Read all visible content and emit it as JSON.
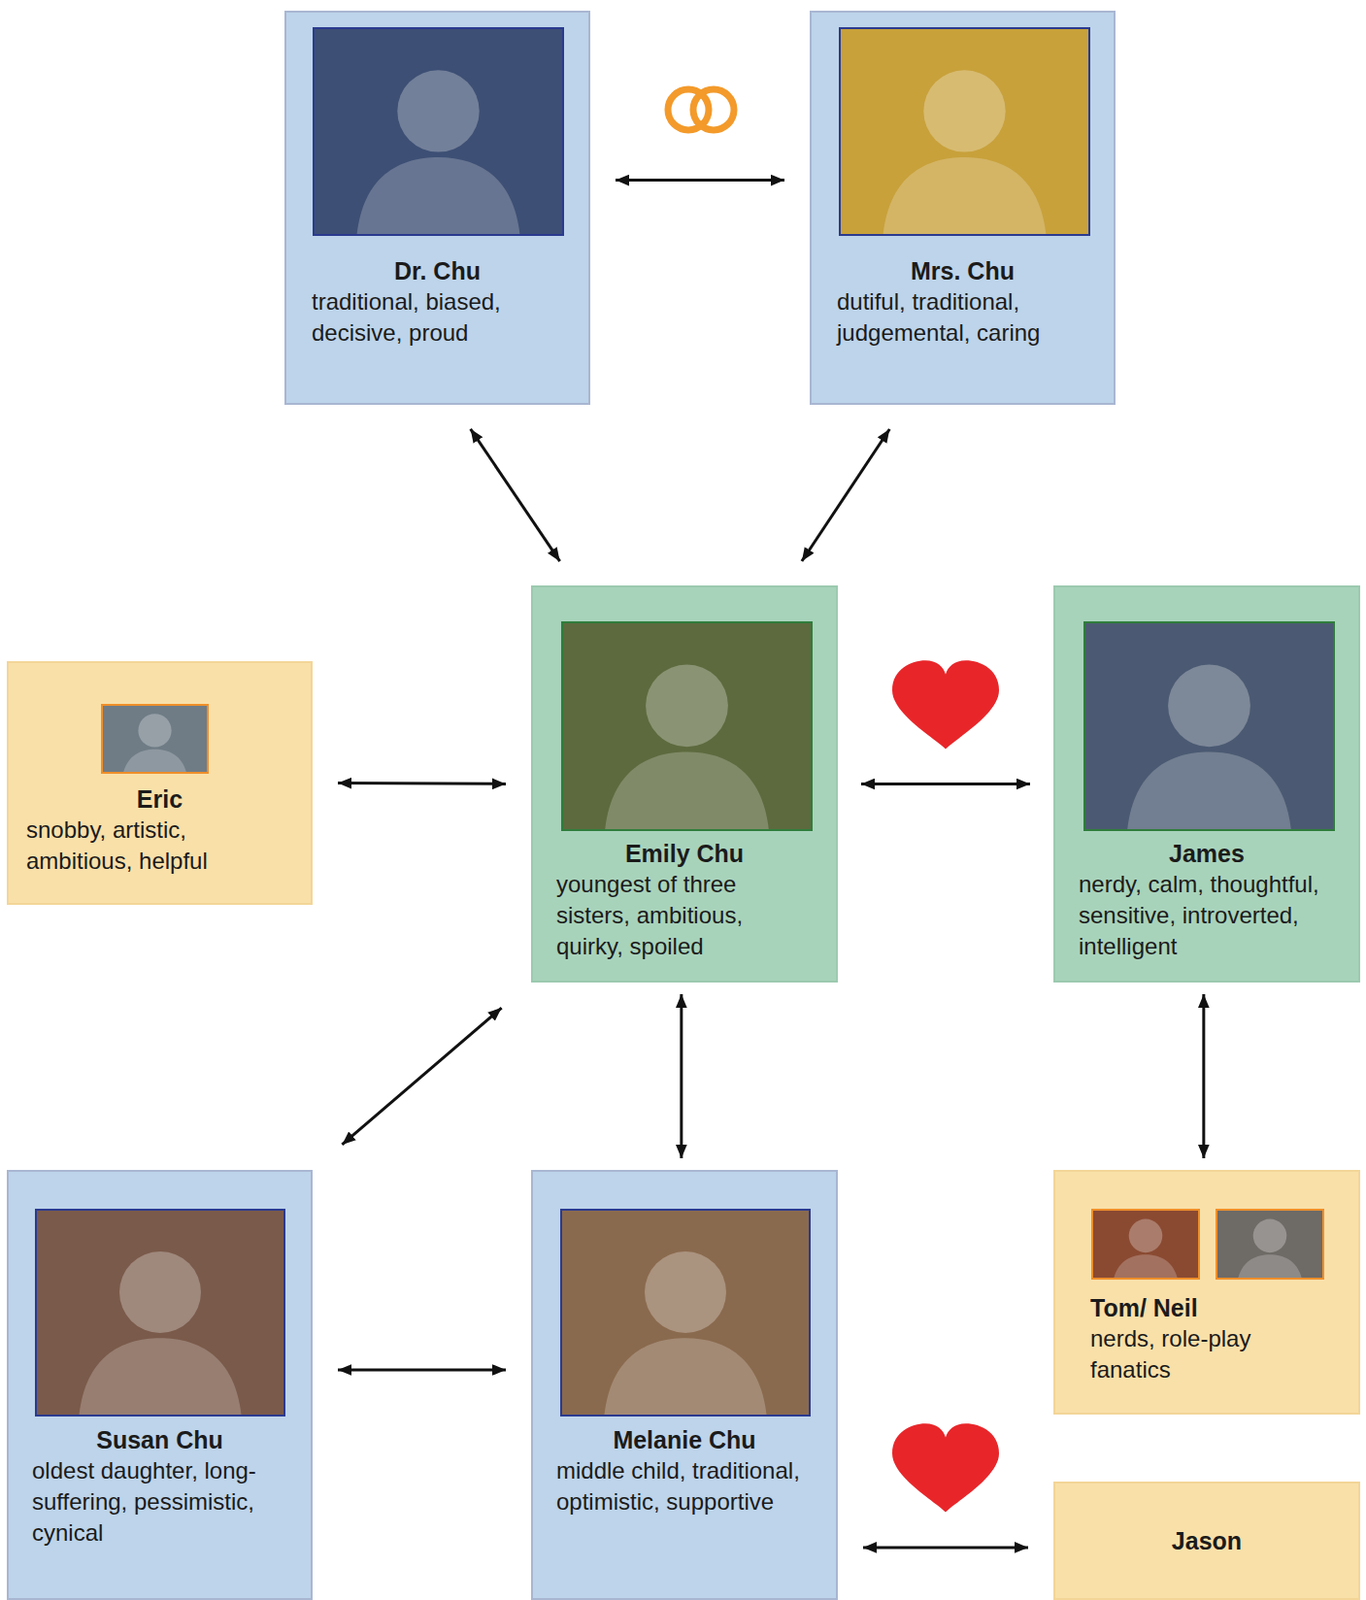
{
  "diagram": {
    "nodes": [
      {
        "text": [
          "Dr. Chu",
          "traditional, biased, decisive, proud"
        ]
      },
      {
        "text": [
          "Mrs. Chu",
          "dutiful, traditional, judgemental, caring"
        ]
      },
      {
        "text": [
          "Eric",
          "snobby, artistic, ambitious, helpful"
        ]
      },
      {
        "text": [
          "Emily Chu",
          "youngest of three sisters, ambitious, quirky, spoiled"
        ]
      },
      {
        "text": [
          "James",
          "nerdy, calm, thoughtful, sensitive, introverted, intelligent"
        ]
      },
      {
        "text": [
          "Susan Chu",
          "oldest daughter, long-suffering, pessimistic, cynical"
        ]
      },
      {
        "text": [
          "Melanie Chu",
          "middle child, traditional, optimistic, supportive"
        ]
      },
      {
        "text": [
          "Tom/ Neil",
          "nerds, role-play fanatics"
        ]
      },
      {
        "text": [
          "Jason"
        ]
      }
    ],
    "edges": [
      {
        "from": 0,
        "to": 1,
        "arrow": "both"
      },
      {
        "from": 0,
        "to": 3,
        "arrow": "both"
      },
      {
        "from": 1,
        "to": 3,
        "arrow": "both"
      },
      {
        "from": 2,
        "to": 3,
        "arrow": "both"
      },
      {
        "from": 3,
        "to": 4,
        "arrow": "both"
      },
      {
        "from": 3,
        "to": 5,
        "arrow": "both"
      },
      {
        "from": 3,
        "to": 6,
        "arrow": "both"
      },
      {
        "from": 4,
        "to": 7,
        "arrow": "both"
      },
      {
        "from": 5,
        "to": 6,
        "arrow": "both"
      },
      {
        "from": 6,
        "to": 8,
        "arrow": "both"
      }
    ]
  }
}
